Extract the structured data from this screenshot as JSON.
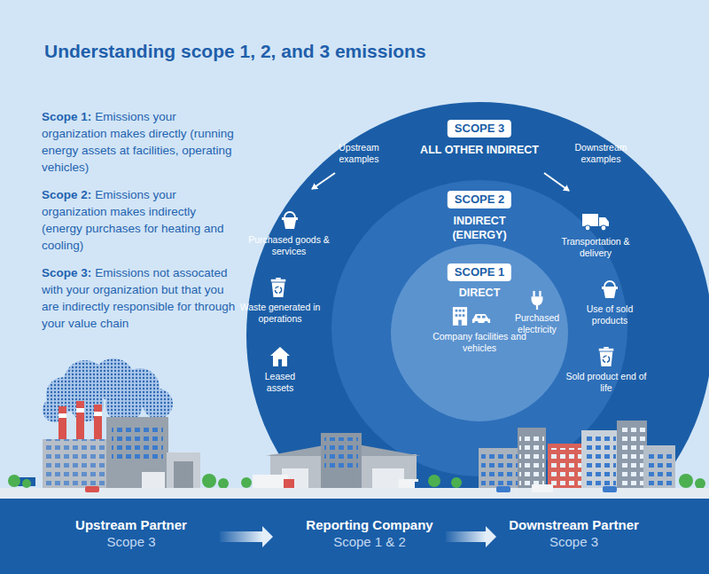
{
  "diagram": {
    "title": "Understanding scope 1, 2, and 3 emissions",
    "nodes": [
      {
        "text": [
          "SCOPE 3",
          "ALL OTHER INDIRECT"
        ]
      },
      {
        "text": [
          "SCOPE 2",
          "INDIRECT (ENERGY)"
        ],
        "in": 0
      },
      {
        "text": [
          "SCOPE 1",
          "DIRECT",
          "Company facilities and vehicles"
        ],
        "in": 1
      },
      {
        "text": [
          "Upstream Partner",
          "Scope 3"
        ]
      },
      {
        "text": [
          "Reporting Company",
          "Scope 1 & 2"
        ]
      },
      {
        "text": [
          "Downstream Partner",
          "Scope 3"
        ]
      }
    ],
    "edges": [
      {
        "from": 3,
        "to": 4,
        "arrow": "to"
      },
      {
        "from": 4,
        "to": 5,
        "arrow": "to"
      }
    ],
    "labels": [
      "Scope 1:",
      "Emissions your organization makes directly (running energy assets at facilities, operating vehicles)",
      "Scope 2:",
      "Emissions your organization makes indirectly (energy purchases for heating and cooling)",
      "Scope 3:",
      "Emissions not assocated with your organization but that you are indirectly responsible for through your value chain",
      "Upstream examples",
      "Downstream examples",
      "Purchased goods & services",
      "Waste generated in operations",
      "Leased assets",
      "Purchased electricity",
      "Transportation & delivery",
      "Use of sold products",
      "Sold product end of life"
    ]
  }
}
